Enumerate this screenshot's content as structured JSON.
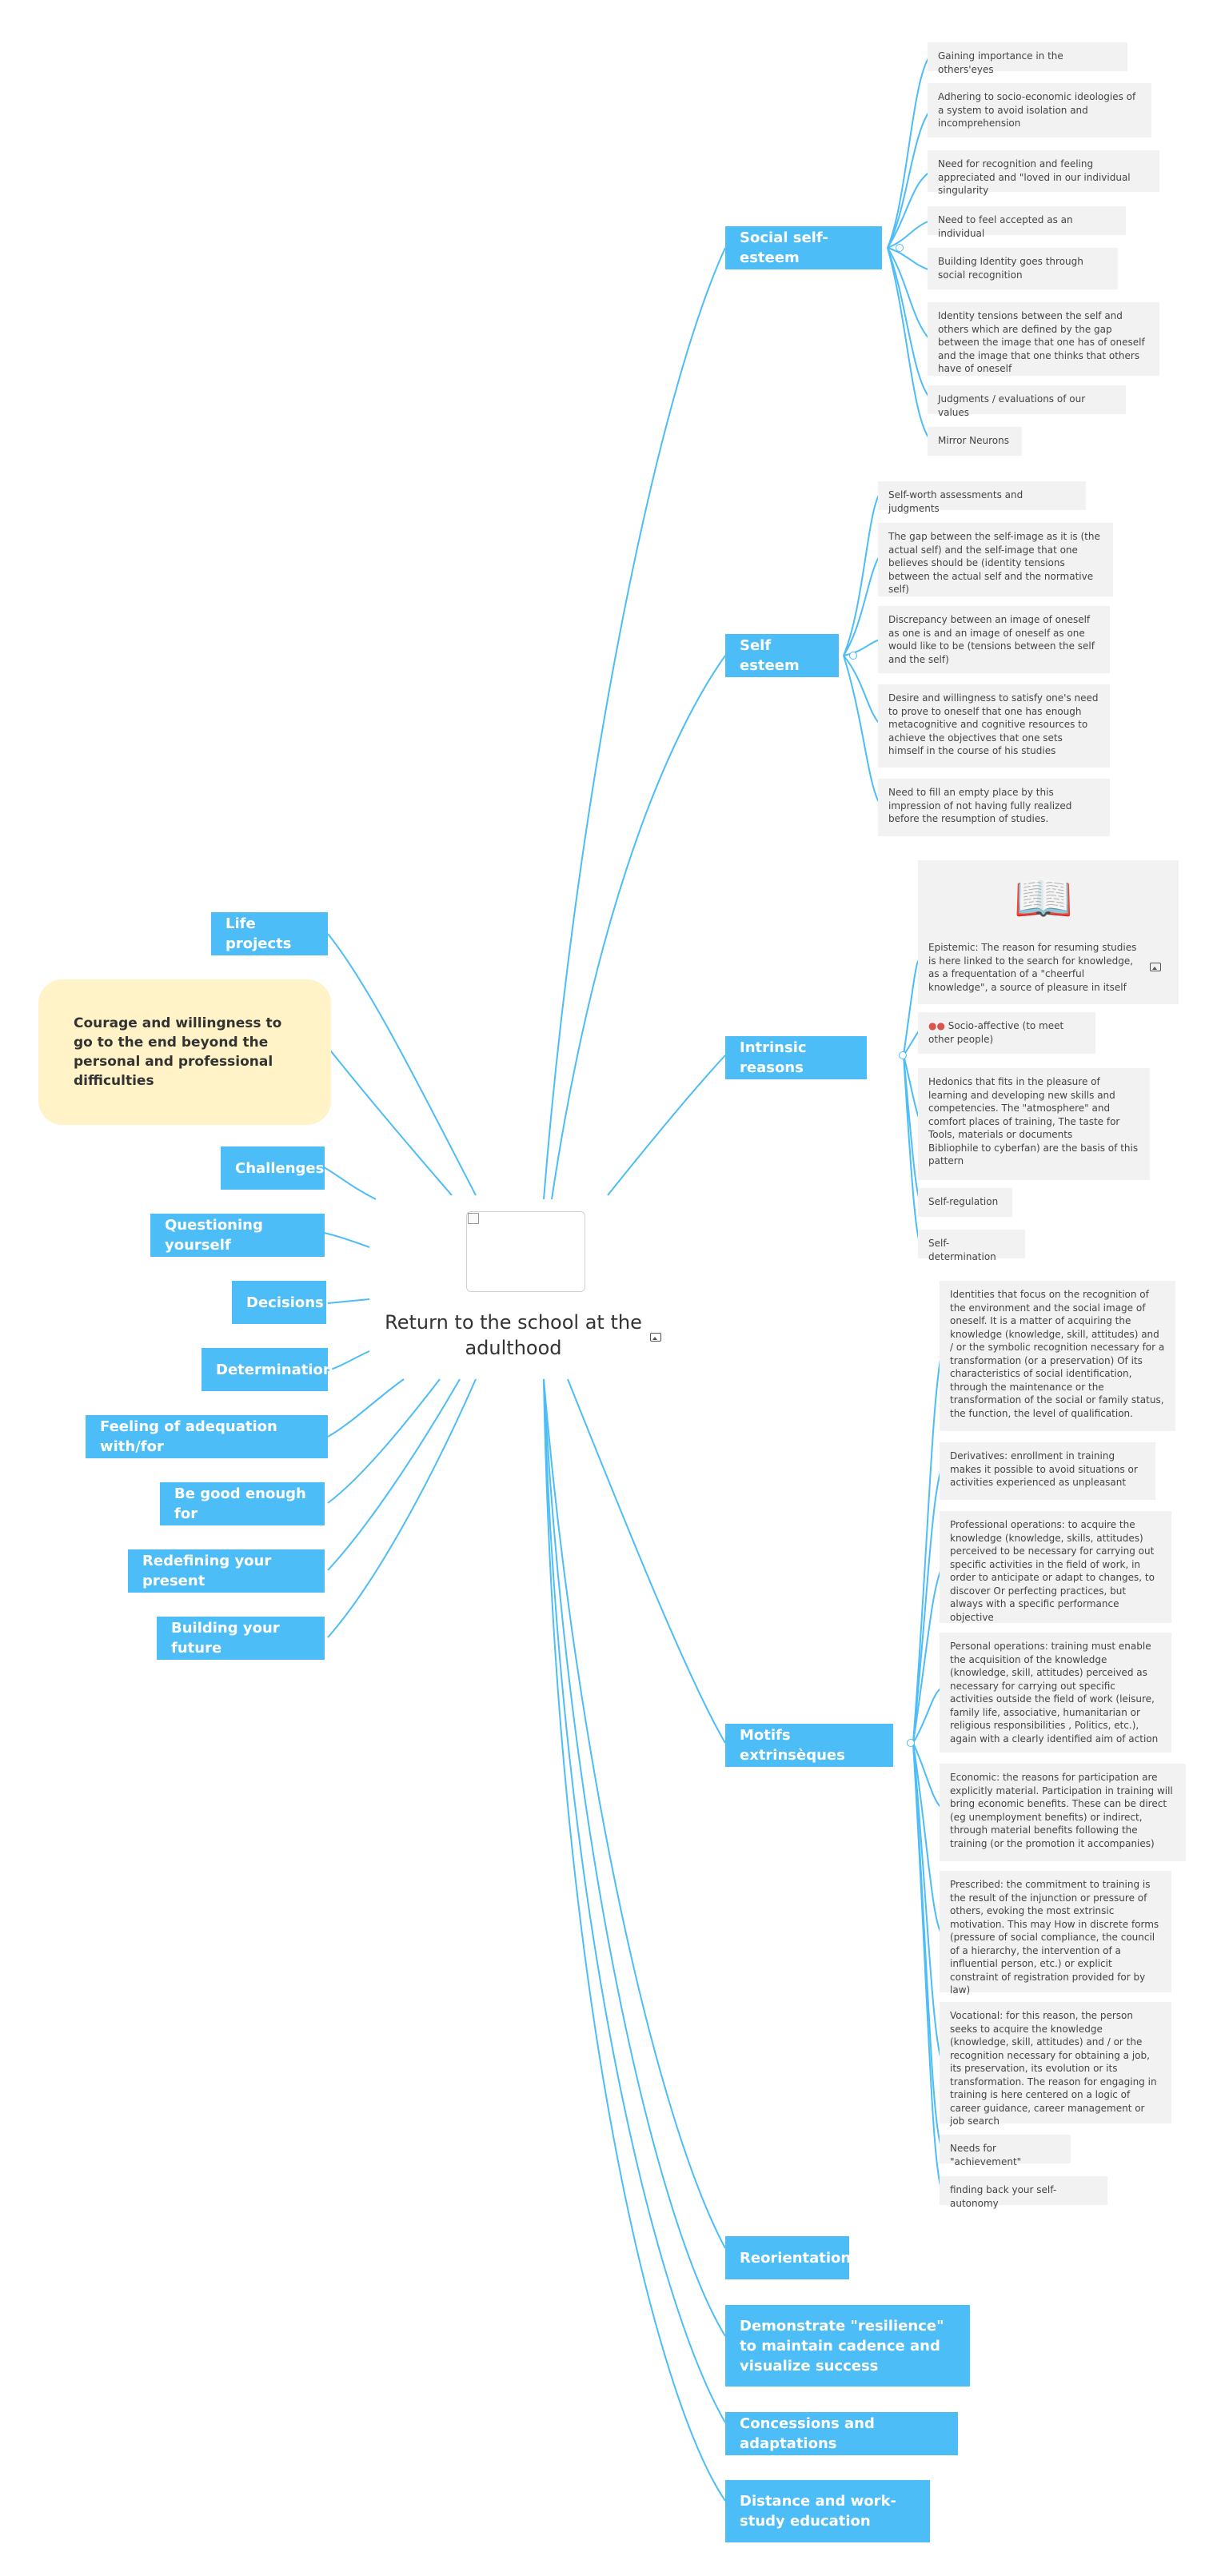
{
  "root": {
    "title": "Return to the school at the adulthood",
    "image_icon": "broken-image-icon",
    "attachment_icon": "image-icon"
  },
  "colors": {
    "topic": "#4dbdf7",
    "topic_text": "#ffffff",
    "leaf": "#f2f2f2",
    "highlight": "#fff3c7",
    "edge": "#4dbdf7"
  },
  "left_topics": [
    "Life projects",
    "Courage and willingness to go to the end beyond the personal and professional difficulties",
    "Challenges",
    "Questioning yourself",
    "Decisions",
    "Determination",
    "Feeling of adequation with/for",
    "Be good enough for",
    "Redefining your present",
    "Building your future"
  ],
  "right_topics": [
    {
      "label": "Social self-esteem",
      "children": [
        "Gaining importance in the others'eyes",
        "Adhering to socio-economic ideologies of a system to avoid isolation and incomprehension",
        "Need for recognition and feeling appreciated and \"loved in our individual singularity",
        "Need to feel accepted as an individual",
        "Building Identity goes through social recognition",
        "Identity tensions between the self and others which are defined by the gap between the image that one has of oneself and the image that one thinks that others have of oneself",
        "Judgments / evaluations of our values",
        "Mirror Neurons"
      ]
    },
    {
      "label": "Self esteem",
      "children": [
        "Self-worth assessments and judgments",
        "The gap between the self-image as it is (the actual self) and the self-image that one believes should be (identity tensions between the actual self and the normative self)",
        "Discrepancy between an image of oneself as one is and an image of oneself as one would like to be (tensions between the self and the self)",
        "Desire and willingness to satisfy one's need to prove to oneself that one has enough metacognitive and cognitive resources to achieve the objectives that one sets himself in the course of his studies",
        "Need to fill an empty place by this impression of not having fully realized before the resumption of studies."
      ]
    },
    {
      "label": "Intrinsic reasons",
      "children": [
        "Epistemic: The reason for resuming studies is here linked to the search for knowledge, as a frequentation of a \"cheerful knowledge\", a source of pleasure in itself",
        "Socio-affective (to meet other people)",
        "Hedonics that fits in the pleasure of learning and developing new skills and competencies. The \"atmosphere\" and comfort places of training, The taste for\nTools, materials or documents\nBibliophile to cyberfan) are the basis of this pattern",
        "Self-regulation",
        "Self-determination"
      ]
    },
    {
      "label": "Motifs extrinsèques",
      "children": [
        "Identities that focus on the recognition of the environment and the social image of oneself. It is a matter of acquiring the knowledge (knowledge, skill, attitudes) and / or the symbolic recognition necessary for a transformation (or a preservation) Of its characteristics of social identification, through the maintenance or the transformation of the social or family status, the function, the level of qualification.",
        "Derivatives: enrollment in training makes it possible to avoid situations or activities experienced as unpleasant",
        "Professional operations: to acquire the knowledge (knowledge, skills, attitudes) perceived to be necessary for carrying out specific activities in the field of work, in order to anticipate or adapt to changes, to discover Or perfecting practices, but always with a specific performance objective",
        "Personal operations: training must enable the acquisition of the knowledge (knowledge, skill, attitudes) perceived as necessary for carrying out specific activities outside the field of work (leisure, family life, associative, humanitarian or religious responsibilities , Politics, etc.), again with a clearly identified aim of action",
        "Economic: the reasons for participation are explicitly material. Participation in training will bring economic benefits. These can be direct (eg unemployment benefits) or indirect, through material benefits following the training (or the promotion it accompanies)",
        "Prescribed: the commitment to training is the result of the injunction or pressure of others, evoking the most extrinsic motivation. This may How in discrete forms (pressure of social compliance, the council of a hierarchy, the intervention of a influential person, etc.) or explicit constraint of registration provided for by law)",
        "Vocational: for this reason, the person seeks to acquire the knowledge (knowledge, skill, attitudes) and / or the recognition necessary for obtaining a job, its preservation, its evolution or its transformation. The reason for engaging in training is here centered on a logic of career guidance, career management or job search",
        "Needs for \"achievement\"",
        "finding back your self-autonomy"
      ]
    },
    {
      "label": "Reorientation"
    },
    {
      "label": "Demonstrate \"resilience\" to maintain cadence and visualize success"
    },
    {
      "label": "Concessions and adaptations"
    },
    {
      "label": "Distance and work-study education"
    }
  ],
  "icons": {
    "book": "open-book-icon",
    "people": "people-icon"
  }
}
